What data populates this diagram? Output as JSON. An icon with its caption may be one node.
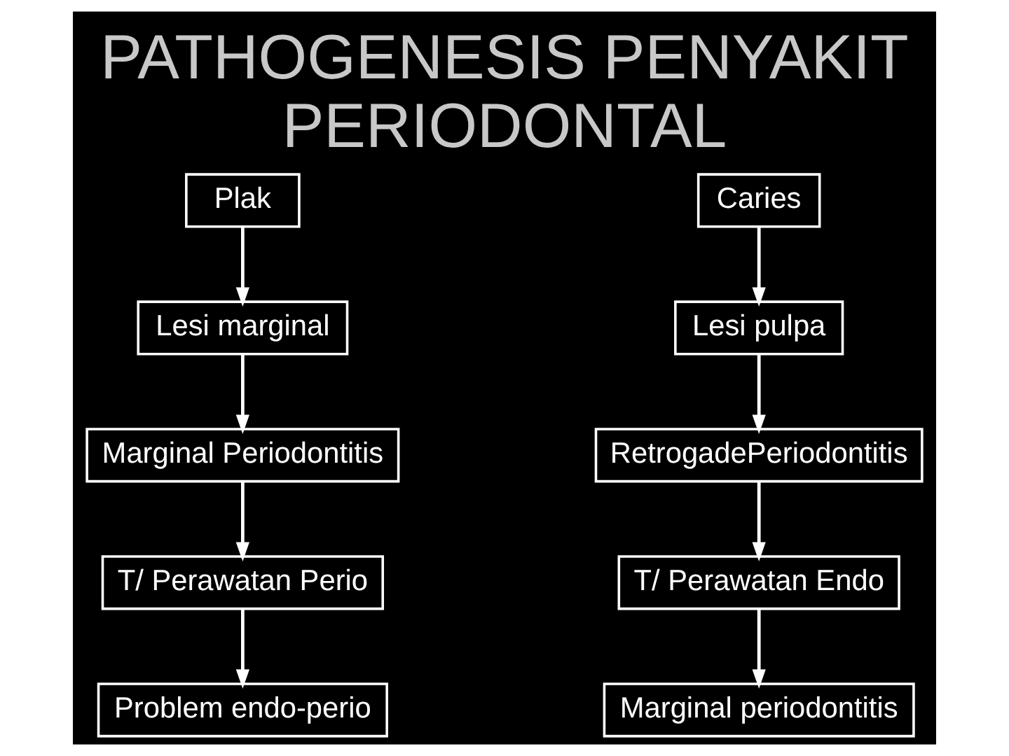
{
  "diagram": {
    "title": "PATHOGENESIS PENYAKIT PERIODONTAL",
    "nodes": [
      {
        "text": [
          "Plak"
        ]
      },
      {
        "text": [
          "Caries"
        ]
      },
      {
        "text": [
          "Lesi marginal"
        ]
      },
      {
        "text": [
          "Lesi pulpa"
        ]
      },
      {
        "text": [
          "Marginal Periodontitis"
        ]
      },
      {
        "text": [
          "RetrogadePeriodontitis"
        ]
      },
      {
        "text": [
          "T/ Perawatan Perio"
        ]
      },
      {
        "text": [
          "T/ Perawatan Endo"
        ]
      },
      {
        "text": [
          "Problem endo-perio"
        ]
      },
      {
        "text": [
          "Marginal periodontitis"
        ]
      }
    ],
    "edges": [
      {
        "from": 0,
        "to": 2,
        "arrow": "to"
      },
      {
        "from": 2,
        "to": 4,
        "arrow": "to"
      },
      {
        "from": 4,
        "to": 6,
        "arrow": "to"
      },
      {
        "from": 6,
        "to": 8,
        "arrow": "to"
      },
      {
        "from": 1,
        "to": 3,
        "arrow": "to"
      },
      {
        "from": 3,
        "to": 5,
        "arrow": "to"
      },
      {
        "from": 5,
        "to": 7,
        "arrow": "to"
      },
      {
        "from": 7,
        "to": 9,
        "arrow": "to"
      }
    ]
  }
}
